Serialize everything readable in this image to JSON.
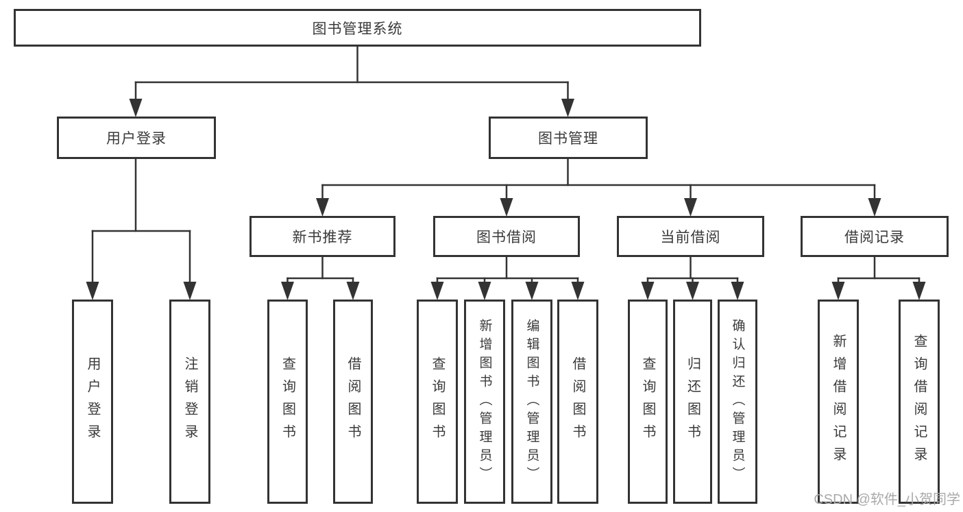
{
  "tree": {
    "label": "图书管理系统",
    "children": [
      {
        "label": "用户登录",
        "children": [
          {
            "label": "用户登录"
          },
          {
            "label": "注销登录"
          }
        ]
      },
      {
        "label": "图书管理",
        "children": [
          {
            "label": "新书推荐",
            "children": [
              {
                "label": "查询图书"
              },
              {
                "label": "借阅图书"
              }
            ]
          },
          {
            "label": "图书借阅",
            "children": [
              {
                "label": "查询图书"
              },
              {
                "label": "新增图书（管理员）"
              },
              {
                "label": "编辑图书（管理员）"
              },
              {
                "label": "借阅图书"
              }
            ]
          },
          {
            "label": "当前借阅",
            "children": [
              {
                "label": "查询图书"
              },
              {
                "label": "归还图书"
              },
              {
                "label": "确认归还（管理员）"
              }
            ]
          },
          {
            "label": "借阅记录",
            "children": [
              {
                "label": "新增借阅记录"
              },
              {
                "label": "查询借阅记录"
              }
            ]
          }
        ]
      }
    ]
  },
  "watermark": {
    "text": "CSDN @软件_小贺同学"
  },
  "colors": {
    "line": "#333333",
    "text": "#3a3a3a",
    "box_fill": "#ffffff",
    "background": "#ffffff",
    "watermark": "#a9a9a9"
  }
}
